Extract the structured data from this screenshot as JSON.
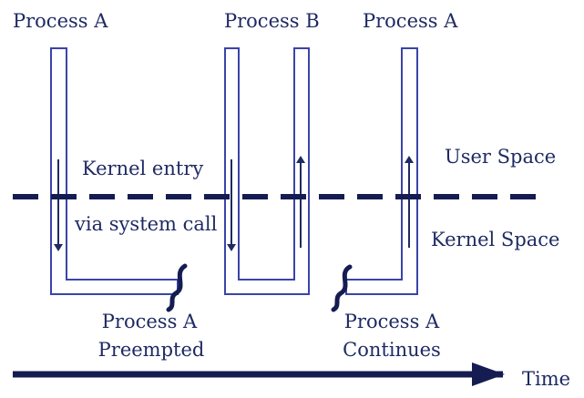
{
  "labels": {
    "process_a_left": "Process A",
    "process_b": "Process B",
    "process_a_right": "Process A",
    "kernel_entry": "Kernel entry",
    "via_system_call": "via system call",
    "user_space": "User Space",
    "kernel_space": "Kernel Space",
    "preempted_line1": "Process A",
    "preempted_line2": "Preempted",
    "continues_line1": "Process A",
    "continues_line2": "Continues",
    "time": "Time"
  },
  "colors": {
    "ink": "#1f2a63",
    "outline": "#3a44a8",
    "dashed_line": "#151c52"
  }
}
